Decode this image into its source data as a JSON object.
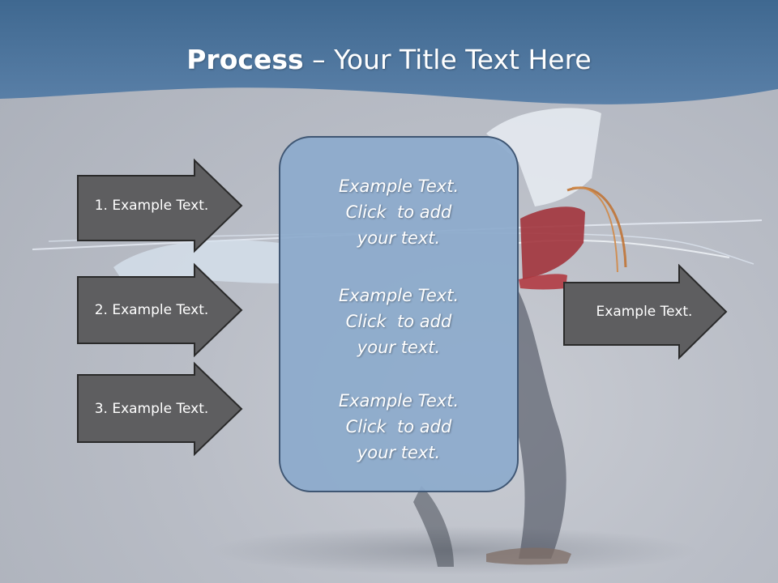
{
  "slide": {
    "title_bold": "Process",
    "title_rest": " – Your Title Text Here"
  },
  "left_arrows": [
    {
      "label": "1. Example Text."
    },
    {
      "label": "2. Example Text."
    },
    {
      "label": "3. Example Text."
    }
  ],
  "center_box": {
    "items": [
      {
        "line1": "Example Text.",
        "line2": "Click  to add",
        "line3": "your text."
      },
      {
        "line1": "Example Text.",
        "line2": "Click  to add",
        "line3": "your text."
      },
      {
        "line1": "Example Text.",
        "line2": "Click  to add",
        "line3": "your text."
      }
    ]
  },
  "right_arrow": {
    "label": "Example Text."
  },
  "colors": {
    "header": "#4a7096",
    "arrow_fill": "#5e5e60",
    "arrow_border": "#2a2a2a",
    "center_fill": "#8caacc",
    "center_border": "#3f5673"
  }
}
